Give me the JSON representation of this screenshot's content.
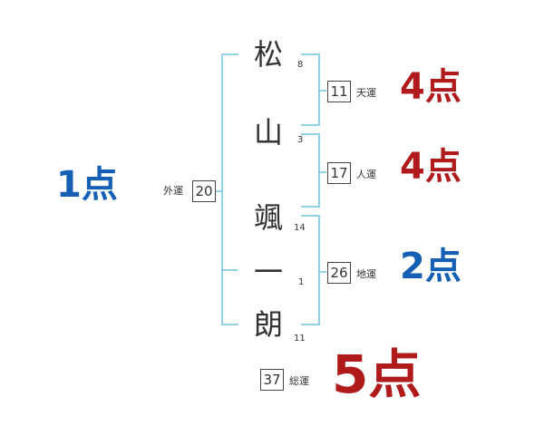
{
  "colors": {
    "red": "#b01a1a",
    "blue": "#1560b5",
    "bracket": "#6ec0e6"
  },
  "name_chars": [
    {
      "char": "松",
      "strokes": "8"
    },
    {
      "char": "山",
      "strokes": "3"
    },
    {
      "char": "颯",
      "strokes": "14"
    },
    {
      "char": "一",
      "strokes": "1"
    },
    {
      "char": "朗",
      "strokes": "11"
    }
  ],
  "fortunes": {
    "tenkaku": {
      "value": "11",
      "label": "天運",
      "score": "4点",
      "color": "red"
    },
    "jinkaku": {
      "value": "17",
      "label": "人運",
      "score": "4点",
      "color": "red"
    },
    "chikaku": {
      "value": "26",
      "label": "地運",
      "score": "2点",
      "color": "blue"
    },
    "gaikaku": {
      "value": "20",
      "label": "外運",
      "score": "1点",
      "color": "blue"
    },
    "soukaku": {
      "value": "37",
      "label": "総運",
      "score": "5点",
      "color": "red"
    }
  }
}
